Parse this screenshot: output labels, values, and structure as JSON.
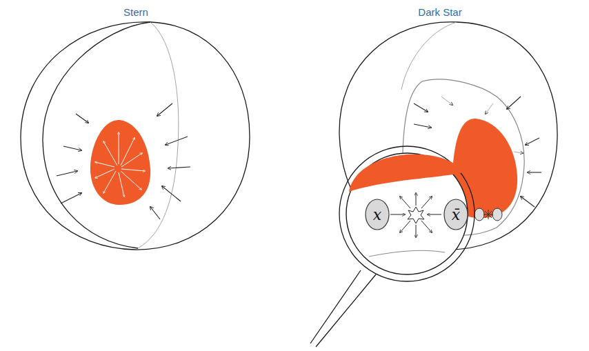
{
  "diagram": {
    "nodes": [
      {
        "text": [
          "x"
        ]
      },
      {
        "text": [
          "x̄"
        ]
      }
    ],
    "labels": [
      "Stern",
      "Dark Star"
    ]
  }
}
